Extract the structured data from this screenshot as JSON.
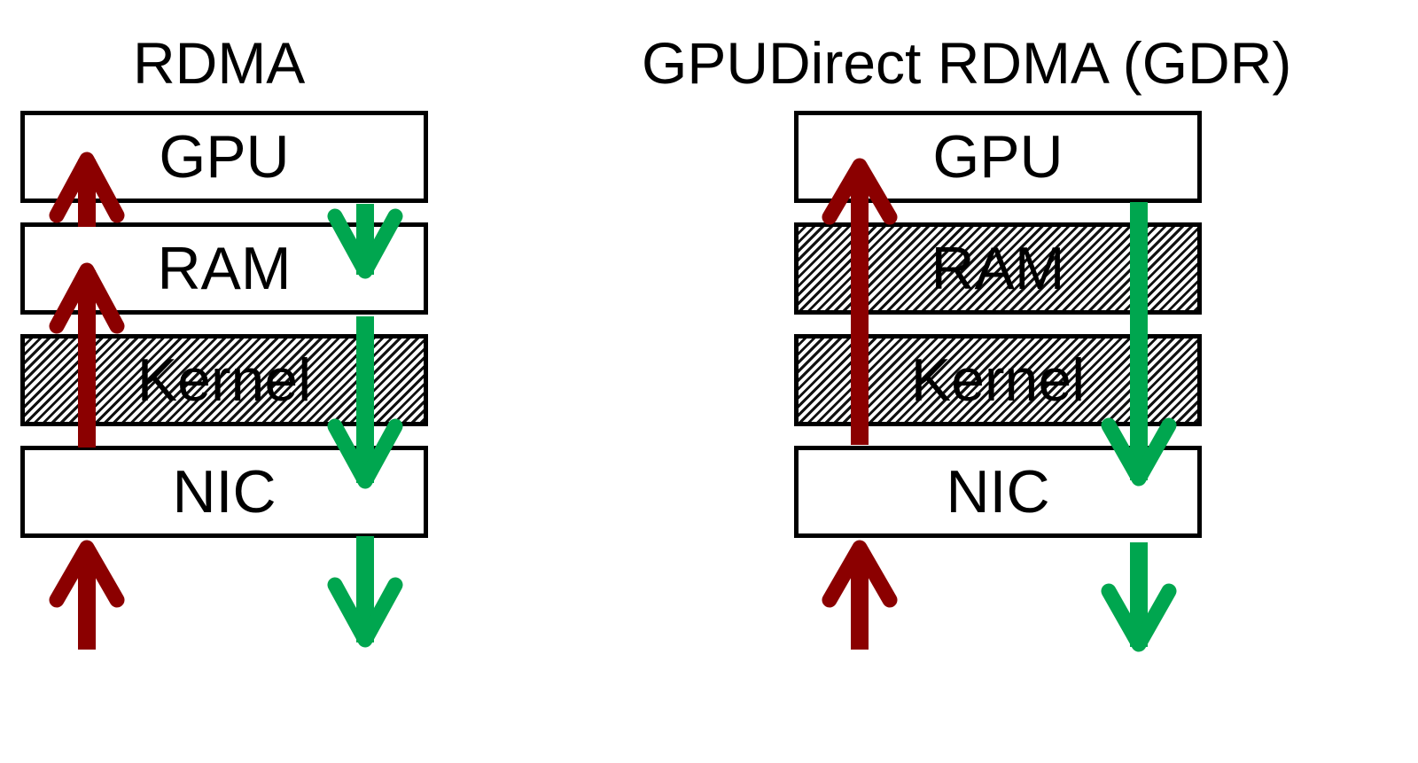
{
  "colors": {
    "up_arrow": "#8b0000",
    "down_arrow": "#00a64f"
  },
  "rdma": {
    "title": "RDMA",
    "layers": {
      "gpu": "GPU",
      "ram": "RAM",
      "kernel": "Kernel",
      "nic": "NIC"
    }
  },
  "gdr": {
    "title": "GPUDirect RDMA (GDR)",
    "layers": {
      "gpu": "GPU",
      "ram": "RAM",
      "kernel": "Kernel",
      "nic": "NIC"
    }
  }
}
